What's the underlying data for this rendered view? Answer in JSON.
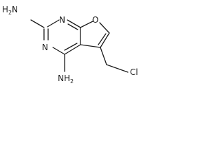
{
  "atoms": {
    "n1": "N",
    "n3": "N",
    "o1": "O",
    "cl": "Cl"
  },
  "amine_top": {
    "main": "H",
    "sub": "2",
    "tail": "N"
  },
  "amine_bottom": {
    "main": "NH",
    "sub": "2"
  },
  "colors": {
    "bond": "#1a1a1a",
    "label": "#1a1a1a",
    "background": "#ffffff"
  }
}
